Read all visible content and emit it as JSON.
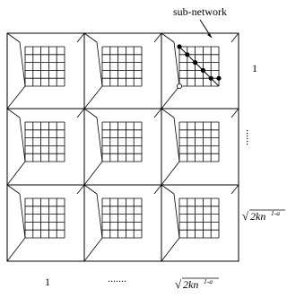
{
  "labels": {
    "callout": "sub-network",
    "row_first": "1",
    "row_dots": "......",
    "row_last_prefix": "√",
    "row_last_expr": "2kn",
    "row_last_exp": "1-a",
    "col_first": "1",
    "col_dots": ".......",
    "col_last_prefix": "√",
    "col_last_expr": "2kn",
    "col_last_exp": "1-a"
  },
  "grid": {
    "rows": 3,
    "cols": 3,
    "subgrid_rows": 5,
    "subgrid_cols": 5
  },
  "highlight": {
    "row": 0,
    "col": 2,
    "filled_nodes": 5,
    "hollow_nodes": 1
  },
  "colors": {
    "stroke": "#000000",
    "background": "#ffffff"
  }
}
